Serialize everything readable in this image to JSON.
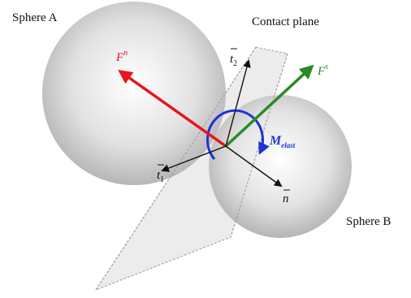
{
  "labels": {
    "sphere_a": "Sphere A",
    "sphere_b": "Sphere B",
    "contact_plane": "Contact plane"
  },
  "vectors": {
    "normal_force": {
      "symbol": "F",
      "superscript": "n"
    },
    "shear_force": {
      "symbol": "F",
      "superscript": "s"
    },
    "moment": {
      "symbol": "M",
      "subscript": "elast"
    },
    "t1": {
      "symbol": "t",
      "subscript": "1"
    },
    "t2": {
      "symbol": "t",
      "subscript": "2"
    },
    "n": {
      "symbol": "n"
    }
  },
  "colors": {
    "normal_force": "#e8141c",
    "shear_force": "#2a8a2a",
    "moment": "#1f33d6",
    "axes": "#111111",
    "plane_fill": "#e9e9e9",
    "plane_edge": "#9a9a9a"
  }
}
